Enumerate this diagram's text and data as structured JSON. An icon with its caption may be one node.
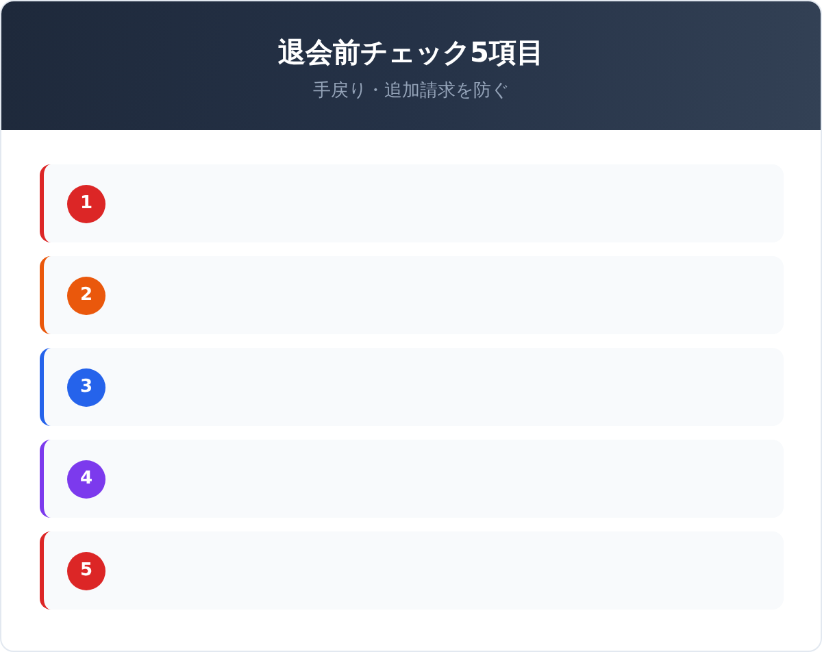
{
  "diagram": {
    "title": "退会前チェック5項目",
    "nodes": [
      {
        "text": [],
        "shape": "box"
      },
      {
        "text": [
          "1"
        ],
        "in": 0
      },
      {
        "text": [],
        "shape": "box"
      },
      {
        "text": [
          "2"
        ],
        "in": 2
      },
      {
        "text": [],
        "shape": "box"
      },
      {
        "text": [
          "3"
        ],
        "in": 4
      },
      {
        "text": [],
        "shape": "box"
      },
      {
        "text": [
          "4"
        ],
        "in": 6
      },
      {
        "text": [],
        "shape": "box"
      },
      {
        "text": [
          "5"
        ],
        "in": 8
      }
    ],
    "labels": [
      "手戻り・追加請求を防ぐ"
    ]
  }
}
